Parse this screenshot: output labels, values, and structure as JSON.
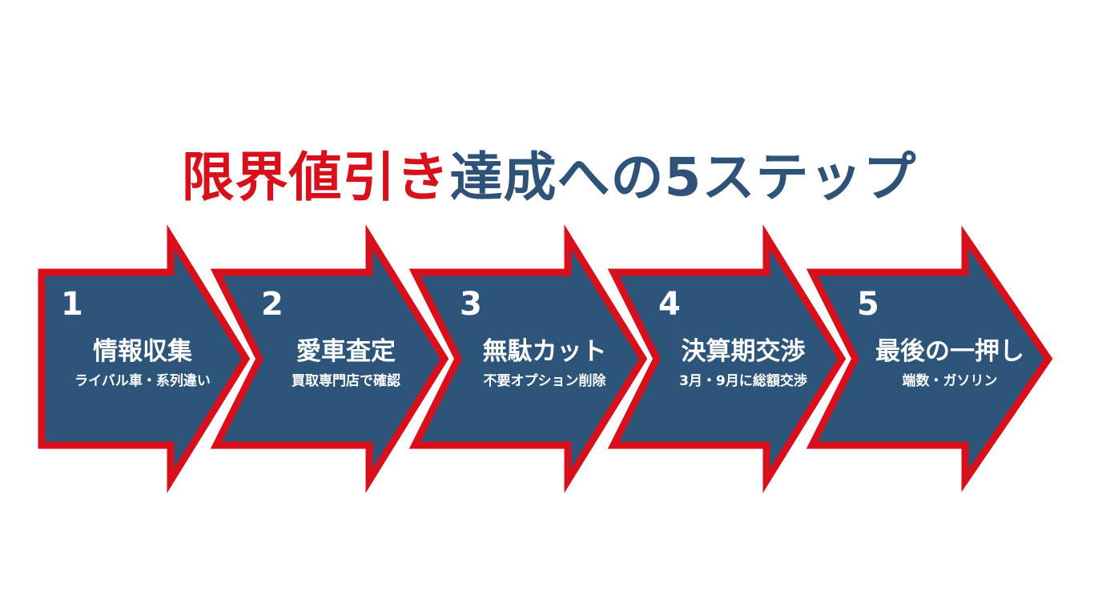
{
  "title": {
    "highlight": "限界値引き",
    "rest": "達成への5ステップ"
  },
  "colors": {
    "arrow_fill": "#2d5479",
    "arrow_border": "#d8101c",
    "title_red": "#d8101c",
    "title_navy": "#2f5278",
    "text": "#ffffff"
  },
  "steps": [
    {
      "number": "1",
      "title": "情報収集",
      "subtitle": "ライバル車・系列違い"
    },
    {
      "number": "2",
      "title": "愛車査定",
      "subtitle": "買取専門店で確認"
    },
    {
      "number": "3",
      "title": "無駄カット",
      "subtitle": "不要オプション削除"
    },
    {
      "number": "4",
      "title": "決算期交渉",
      "subtitle": "3月・9月に総額交渉"
    },
    {
      "number": "5",
      "title": "最後の一押し",
      "subtitle": "端数・ガソリン"
    }
  ]
}
